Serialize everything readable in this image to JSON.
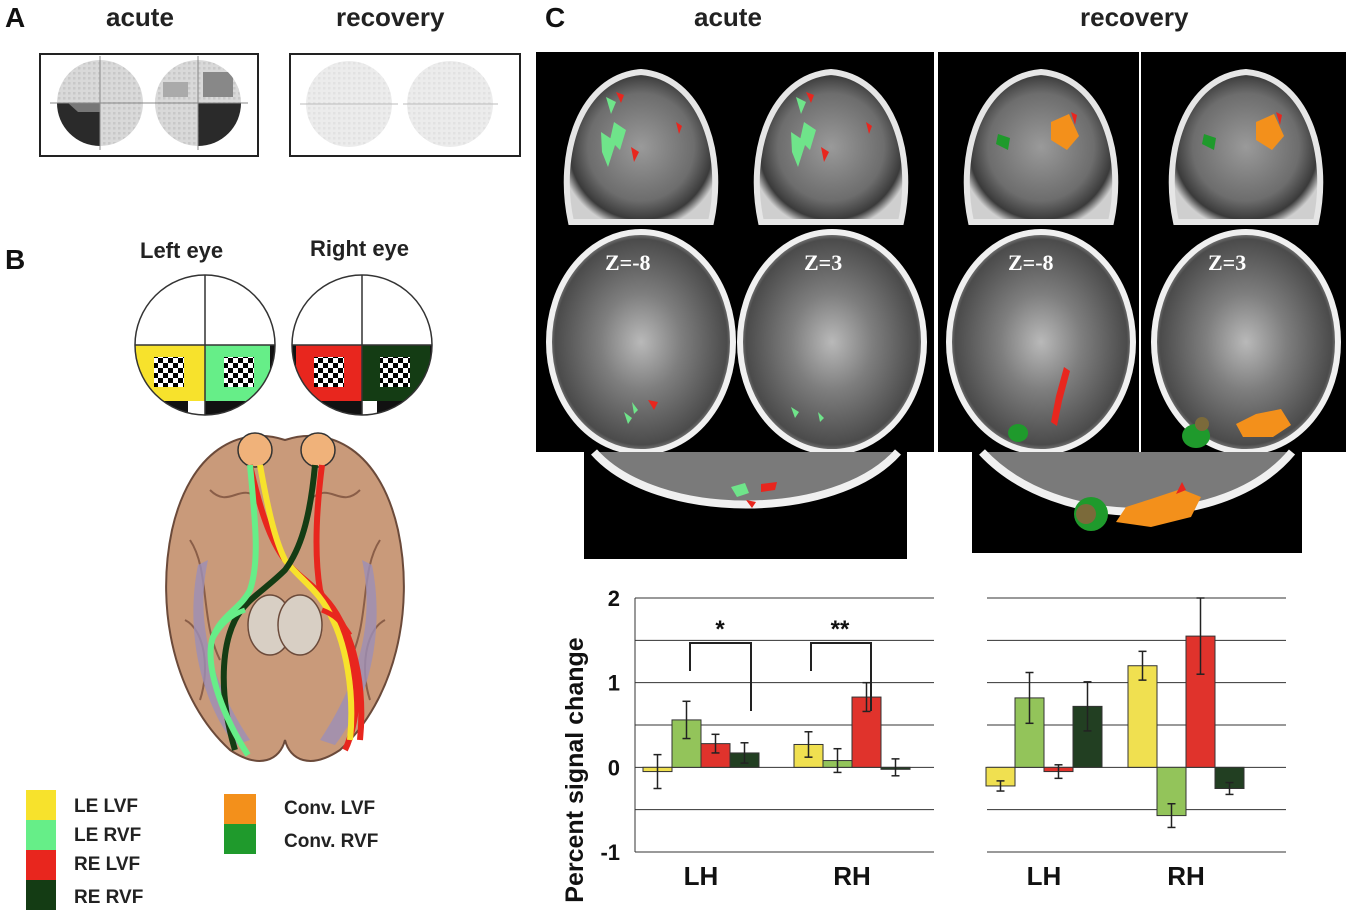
{
  "panels": {
    "a": {
      "letter": "A",
      "left_title": "acute",
      "right_title": "recovery"
    },
    "b": {
      "letter": "B",
      "left_eye": "Left eye",
      "right_eye": "Right eye"
    },
    "c": {
      "letter": "C",
      "left_title": "acute",
      "right_title": "recovery",
      "slice_labels": [
        "Z=-8",
        "Z=3",
        "Z=-8",
        "Z=3"
      ]
    }
  },
  "colors": {
    "le_lvf": "#f7e22c",
    "le_rvf": "#66ee88",
    "re_lvf": "#e8261e",
    "re_rvf": "#143c14",
    "conv_lvf": "#f3901b",
    "conv_rvf": "#1f9a2c",
    "bar_le_lvf": "#f0e050",
    "bar_le_rvf": "#93c45a",
    "bar_re_lvf": "#e0332c",
    "bar_re_rvf": "#223f22"
  },
  "legend": {
    "items": [
      {
        "label": "LE LVF",
        "color": "#f7e22c"
      },
      {
        "label": "LE RVF",
        "color": "#66ee88"
      },
      {
        "label": "RE LVF",
        "color": "#e8261e"
      },
      {
        "label": "RE RVF",
        "color": "#143c14"
      },
      {
        "label": "Conv. LVF",
        "color": "#f3901b"
      },
      {
        "label": "Conv. RVF",
        "color": "#1f9a2c"
      }
    ]
  },
  "chart_data": [
    {
      "type": "bar",
      "condition": "acute",
      "categories": [
        "LH",
        "RH"
      ],
      "ylabel": "Percent signal change",
      "ylim": [
        -1,
        2
      ],
      "yticks": [
        -1,
        0,
        1,
        2
      ],
      "grid": true,
      "series": [
        {
          "values": [
            -0.05,
            0.27
          ],
          "errors": [
            0.2,
            0.15
          ]
        },
        {
          "values": [
            0.56,
            0.08
          ],
          "errors": [
            0.22,
            0.14
          ]
        },
        {
          "values": [
            0.28,
            0.83
          ],
          "errors": [
            0.11,
            0.17
          ]
        },
        {
          "values": [
            0.17,
            0.0
          ],
          "errors": [
            0.12,
            0.1
          ]
        }
      ],
      "annotations": [
        "*",
        "**"
      ]
    },
    {
      "type": "bar",
      "condition": "recovery",
      "categories": [
        "LH",
        "RH"
      ],
      "ylim": [
        -1,
        2
      ],
      "grid": true,
      "series": [
        {
          "values": [
            -0.22,
            1.2
          ],
          "errors": [
            0.06,
            0.17
          ]
        },
        {
          "values": [
            0.82,
            -0.57
          ],
          "errors": [
            0.3,
            0.14
          ]
        },
        {
          "values": [
            -0.05,
            1.55
          ],
          "errors": [
            0.08,
            0.45
          ]
        },
        {
          "values": [
            0.72,
            -0.25
          ],
          "errors": [
            0.29,
            0.07
          ]
        }
      ]
    }
  ]
}
